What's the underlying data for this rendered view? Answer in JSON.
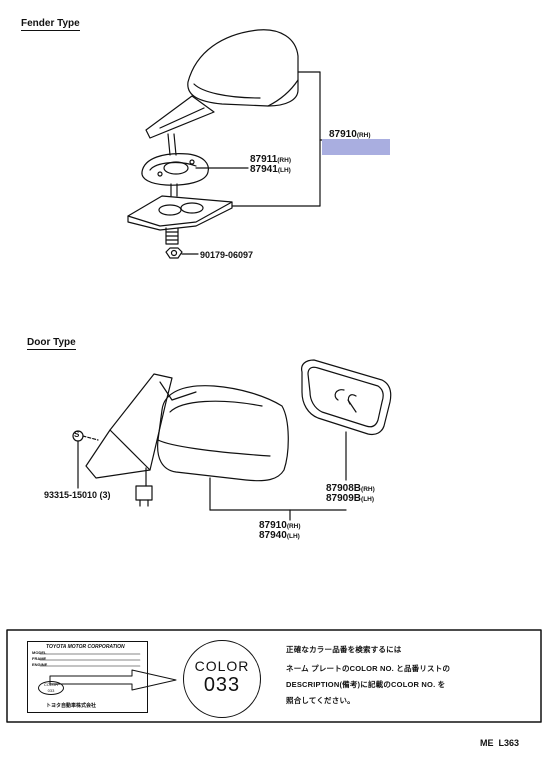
{
  "sections": {
    "fender_title": "Fender Type",
    "door_title": "Door Type"
  },
  "fender_parts": {
    "p87910": {
      "num": "87910",
      "side": "(RH)"
    },
    "p87911": {
      "num": "87911",
      "side": "(RH)"
    },
    "p87941": {
      "num": "87941",
      "side": "(LH)"
    },
    "p90179": {
      "num": "90179-06097"
    }
  },
  "door_parts": {
    "p93315": {
      "num": "93315-15010 (3)"
    },
    "p87908": {
      "num": "87908B",
      "side": "(RH)"
    },
    "p87909": {
      "num": "87909B",
      "side": "(LH)"
    },
    "p87910": {
      "num": "87910",
      "side": "(RH)"
    },
    "p87940": {
      "num": "87940",
      "side": "(LH)"
    }
  },
  "callout_s": "S",
  "color_box": {
    "plate_title": "TOYOTA MOTOR CORPORATION",
    "plate_line1": "MODEL",
    "plate_line2": "FRAME",
    "plate_line3": "ENGINE",
    "plate_color_label": "COLOR",
    "plate_color_value": "033",
    "plate_footer": "トヨタ自動車株式会社",
    "circle_label": "COLOR",
    "circle_value": "033",
    "text_line1": "正確なカラー品番を検索するには",
    "text_line2": "ネーム プレートのCOLOR NO. と品番リストの",
    "text_line3": "DESCRIPTION(備考)に記載のCOLOR NO. を",
    "text_line4": "照合してください。"
  },
  "page_code": "ME  L363"
}
